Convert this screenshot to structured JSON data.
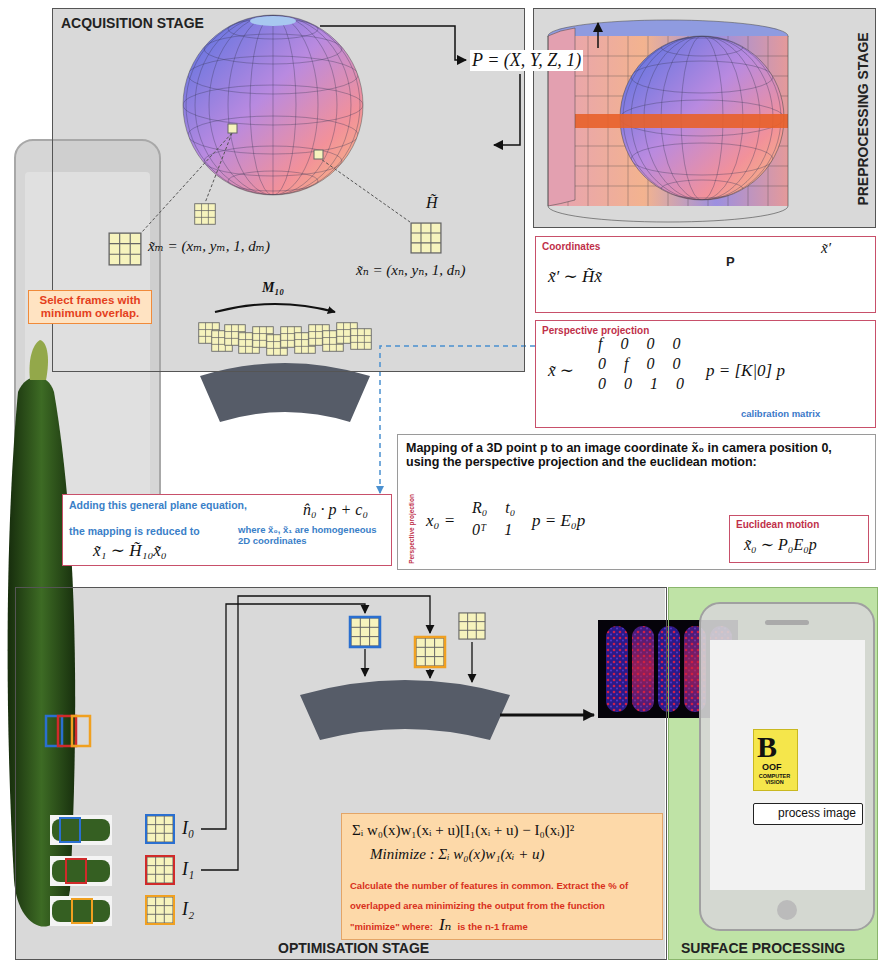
{
  "diagram": {
    "nodes": [
      {
        "text": [
          "ACQUISITION STAGE"
        ]
      },
      {
        "text": [
          "PREPROCESSING STAGE"
        ]
      },
      {
        "text": [
          "Select frames with minimum overlap."
        ]
      },
      {
        "text": [
          "Coordinates",
          "x̃′ ∼ H̃x̃",
          "P",
          "x̃′"
        ]
      },
      {
        "text": [
          "Perspective projection",
          "x̃ ∼",
          "f 0 0 0",
          "0 f 0 0",
          "0 0 1 0",
          "p = [K|0] p",
          "calibration matrix"
        ]
      },
      {
        "text": [
          "Mapping of a 3D point p to an image coordinate x̃₀ in camera position 0, using the perspective projection and the euclidean motion:",
          "Perspective projection",
          "x₀ =",
          "R₀ t₀",
          "0ᵀ 1",
          "p = E₀p"
        ]
      },
      {
        "text": [
          "Euclidean motion",
          "x̃₀ ∼ P₀E₀p"
        ],
        "in": 5
      },
      {
        "text": [
          "Adding this general plane equation,",
          "n̂₀ · p + c₀",
          "the mapping is reduced to",
          "where x̃₀, x̃₁ are homogeneous 2D coordinates",
          "x̃₁ ∼ H̃₁₀x̃₀"
        ]
      },
      {
        "text": [
          "OPTIMISATION STAGE"
        ]
      },
      {
        "text": [
          "Σᵢ w₀(x)w₁(xᵢ + u)[I₁(xᵢ + u) − I₀(xᵢ)]²",
          "Minimize : Σᵢ w₀(x)w₁(xᵢ + u)",
          "Calculate the number of features in common. Extract the % of overlapped area minimizing the output from the function \"minimize\" where:",
          "Iₙ",
          "is the n-1 frame"
        ],
        "in": 8
      },
      {
        "text": [
          "SURFACE PROCESSING"
        ]
      },
      {
        "text": [
          "B",
          "OOF",
          "COMPUTER VISION"
        ],
        "in": 10
      },
      {
        "text": [
          "process image"
        ],
        "in": 10
      }
    ],
    "edges": [
      {
        "from": 4,
        "to": 7,
        "arrow": "to"
      }
    ],
    "labels": [
      "P = (X, Y, Z, 1)",
      "x̃ₘ = (xₘ, yₘ, 1, dₘ)",
      "H̃",
      "x̃ₙ = (xₙ, yₙ, 1, dₙ)",
      "M₁₀",
      "I₀",
      "I₁",
      "I₂"
    ]
  }
}
